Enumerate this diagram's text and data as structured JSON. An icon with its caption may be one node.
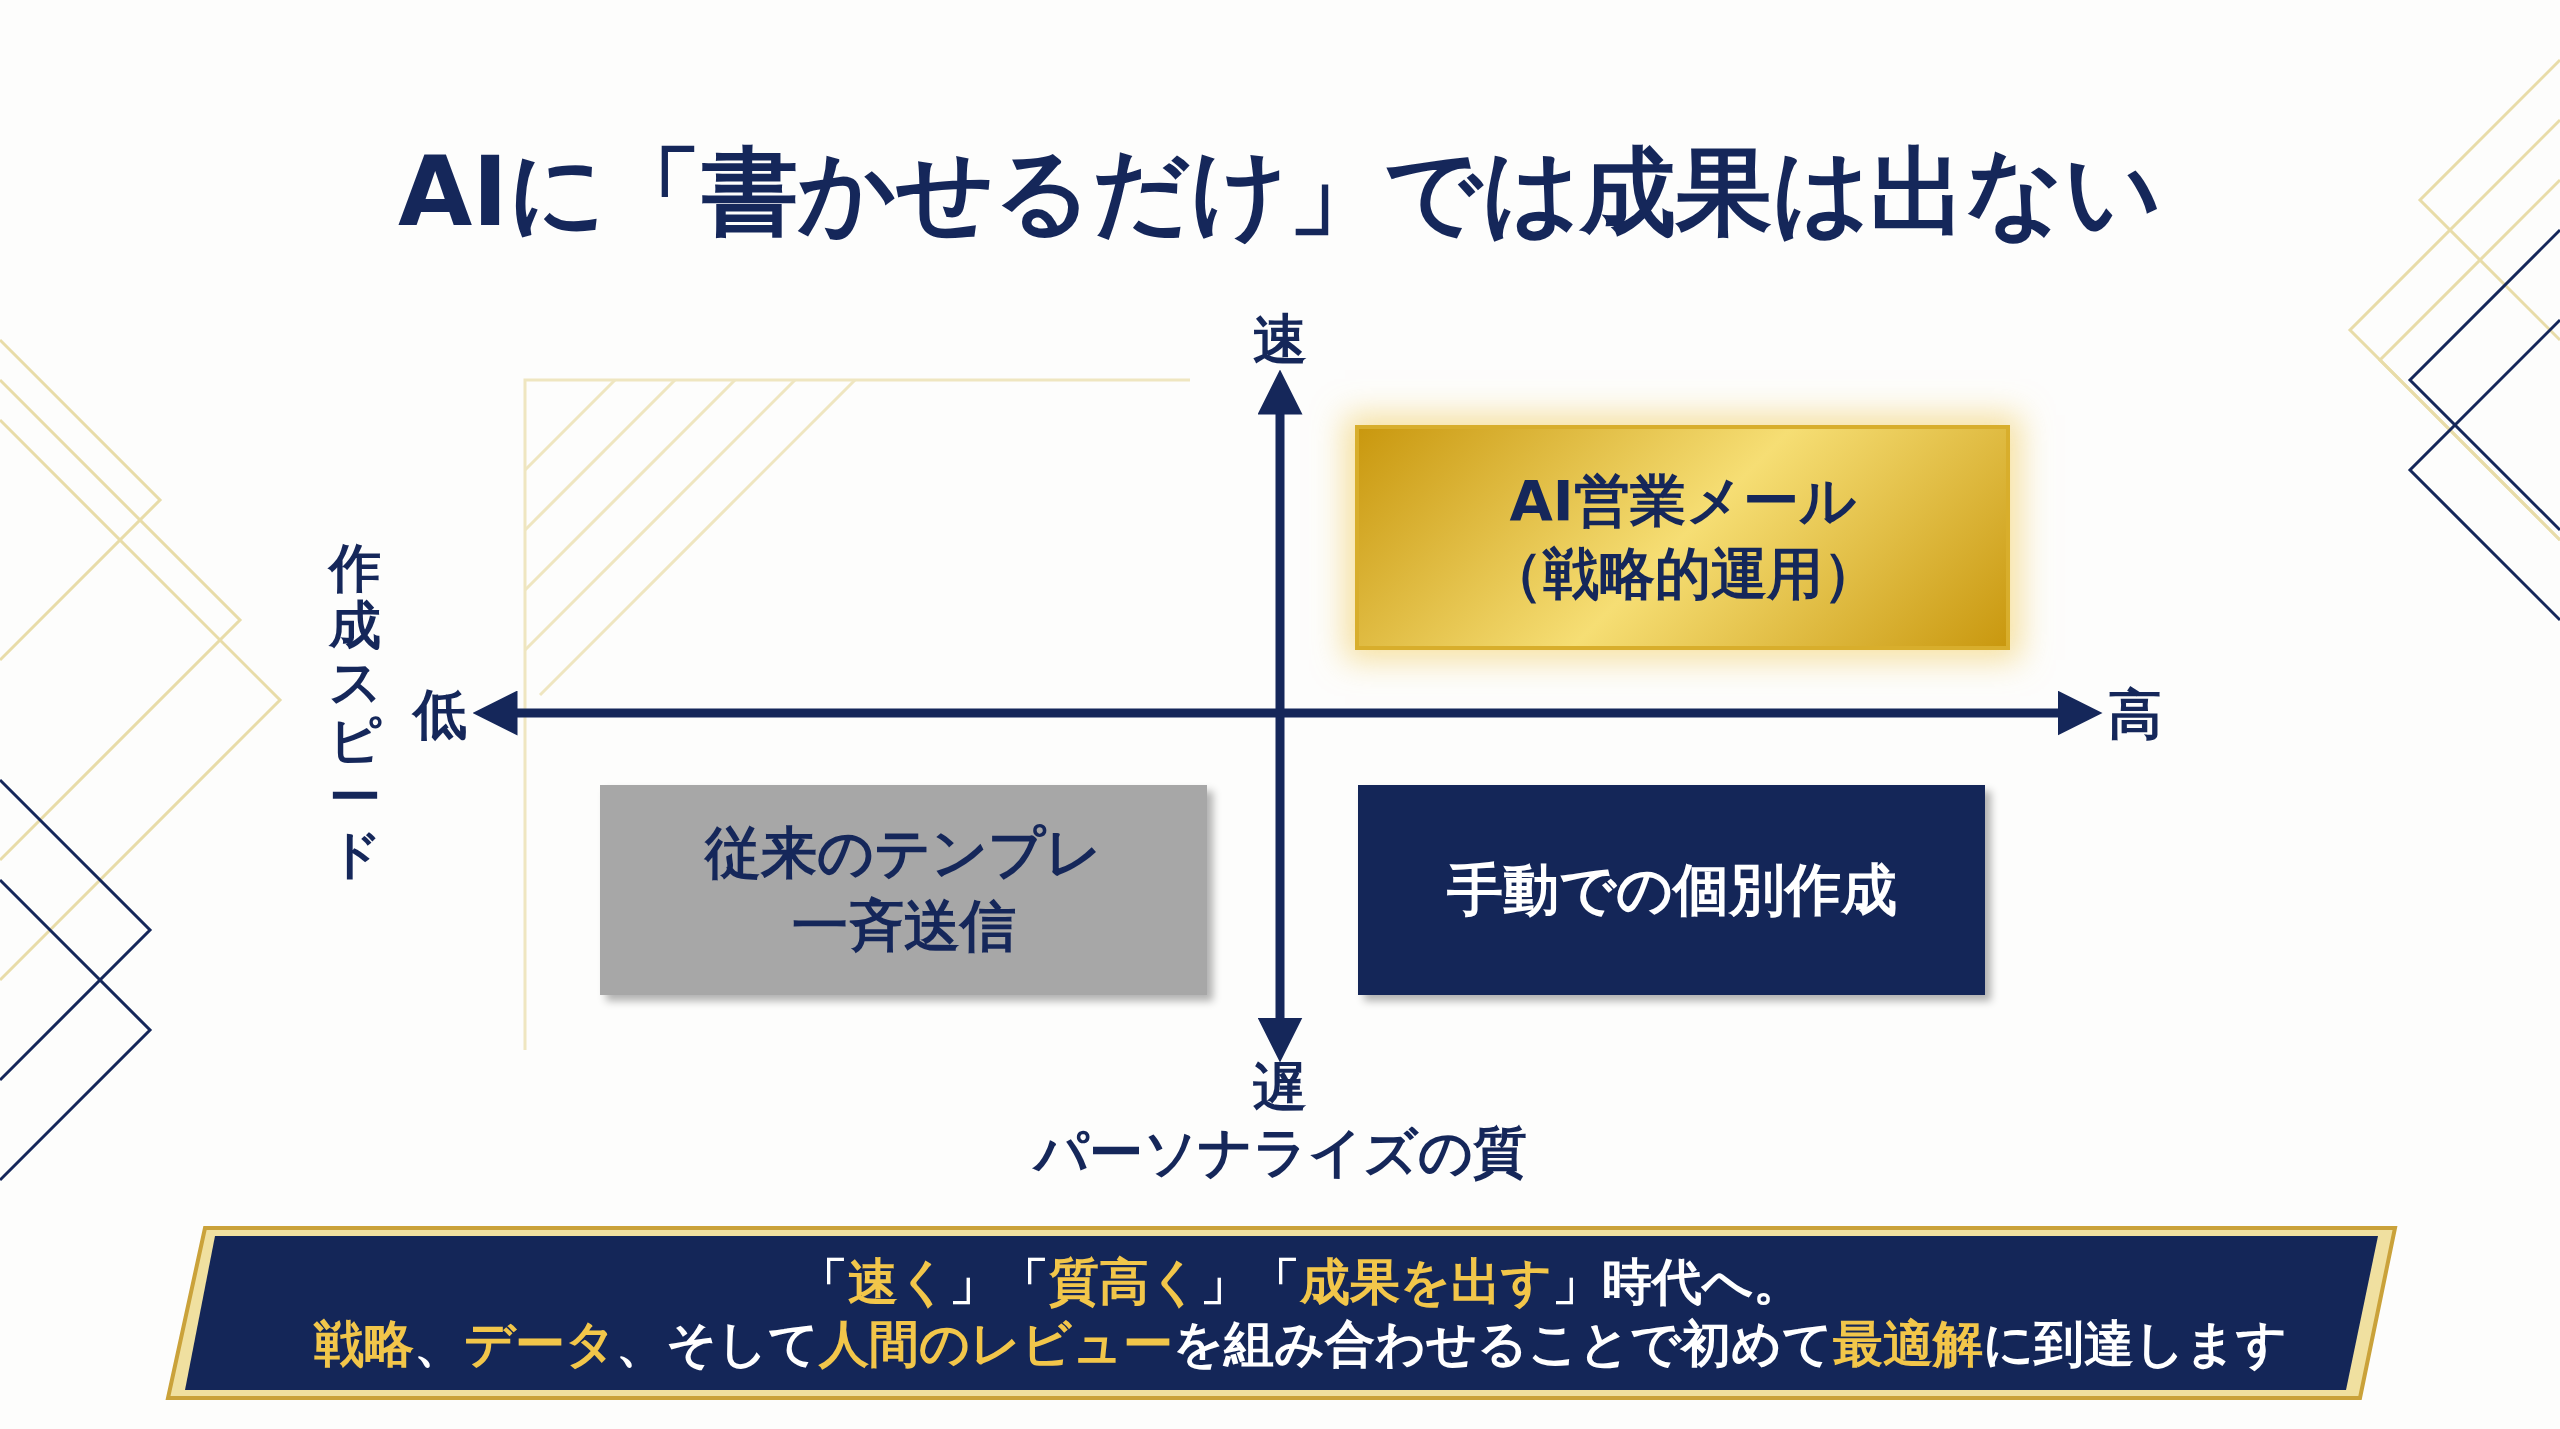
{
  "diagram": {
    "title": "AIに「書かせるだけ」では成果は出ない",
    "nodes": [
      {
        "text": [
          "AI営業メール（戦略的運用）"
        ]
      },
      {
        "text": [
          "従来のテンプレ一斉送信"
        ]
      },
      {
        "text": [
          "手動での個別作成"
        ]
      },
      {
        "text": [
          "「**速く**」「**質高く**」「**成果を出す**」時代へ。",
          "**戦略**、**データ**、そして**人間のレビュー**を組み合わせることで初めて**最適解**に到達します"
        ]
      }
    ],
    "labels": [
      "速",
      "作成スピード",
      "低",
      "高",
      "遅",
      "パーソナライズの質"
    ]
  }
}
